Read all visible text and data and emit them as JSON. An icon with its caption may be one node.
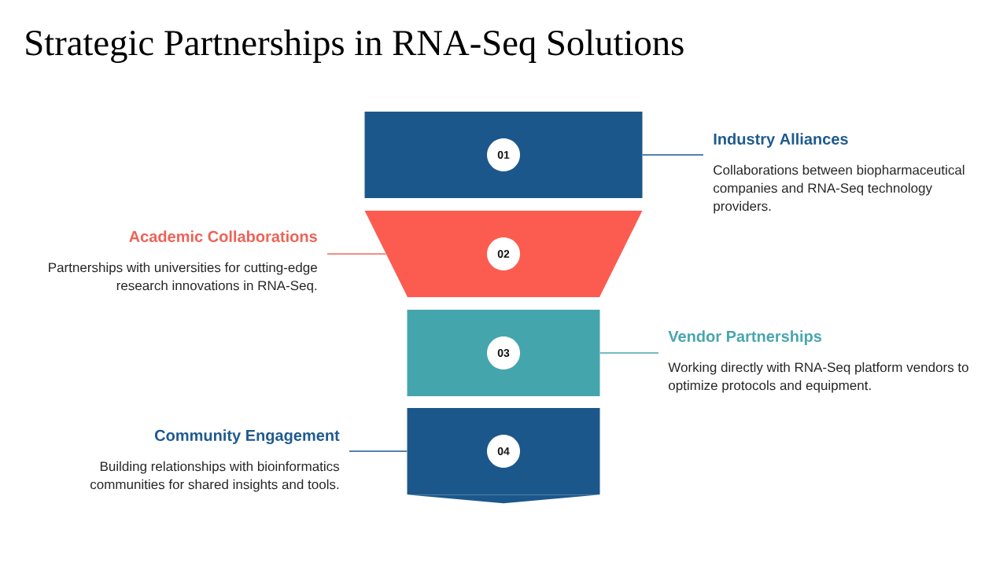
{
  "diagram": {
    "title": "Strategic Partnerships in RNA-Seq Solutions",
    "nodes": [
      {
        "text": [],
        "shape": "box"
      },
      {
        "text": [
          "01"
        ],
        "in": 0
      },
      {
        "text": [
          "Industry Alliances",
          "Collaborations between biopharmaceutical companies and RNA-Seq technology providers."
        ]
      },
      {
        "text": [],
        "shape": "trapezoid"
      },
      {
        "text": [
          "02"
        ],
        "in": 3
      },
      {
        "text": [
          "Academic Collaborations",
          "Partnerships with universities for cutting-edge research innovations in RNA-Seq."
        ]
      },
      {
        "text": [],
        "shape": "box"
      },
      {
        "text": [
          "03"
        ],
        "in": 6
      },
      {
        "text": [
          "Vendor Partnerships",
          "Working directly with RNA-Seq platform vendors to optimize protocols and equipment."
        ]
      },
      {
        "text": [],
        "shape": "pentagon"
      },
      {
        "text": [
          "04"
        ],
        "in": 9
      },
      {
        "text": [
          "Community Engagement",
          "Building relationships with bioinformatics communities for shared insights and tools."
        ]
      }
    ],
    "edges": [
      {
        "from": 0,
        "to": 2,
        "arrow": "none"
      },
      {
        "from": 3,
        "to": 5,
        "arrow": "none",
        "color": "#f0695c"
      },
      {
        "from": 6,
        "to": 8,
        "arrow": "none",
        "color": "#45a5ad"
      },
      {
        "from": 9,
        "to": 11,
        "arrow": "none"
      }
    ]
  }
}
